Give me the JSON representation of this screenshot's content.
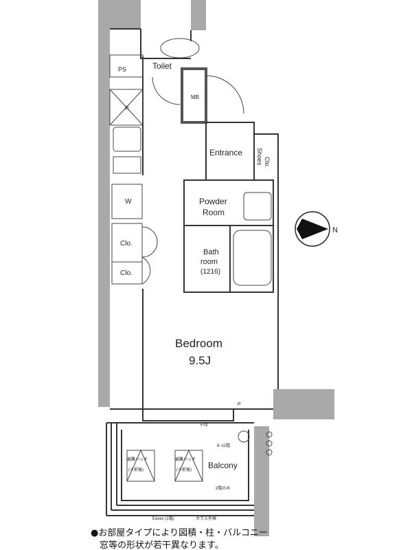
{
  "rooms": {
    "ps": "PS",
    "toilet": "Toilet",
    "mb": "MB",
    "r": "R",
    "w": "W",
    "clo1": "Clo.",
    "clo2": "Clo.",
    "entrance": "Entrance",
    "shoes1": "Shoes",
    "shoes2": "Clo.",
    "powder1": "Powder",
    "powder2": "Room",
    "bath1": "Bath",
    "bath2": "room",
    "bath3": "(1216)",
    "bedroom": "Bedroom",
    "bedroom_size": "9.5J",
    "balcony": "Balcony",
    "fix": "FIX",
    "p": "P",
    "hatch1a": "避難ハッチ",
    "hatch1b": "(※前後)",
    "hatch2a": "避難ハッチ",
    "hatch2b": "(※前後)",
    "aircon": "8~11階",
    "drain": "2階のみ",
    "eaves": "Eaves (1階)",
    "glass": "ガラス手摺"
  },
  "compass": {
    "label": "N"
  },
  "notes": [
    "●お部屋タイプにより図積・柱・バルコニー",
    "　窓等の形状が若干異なります。"
  ]
}
